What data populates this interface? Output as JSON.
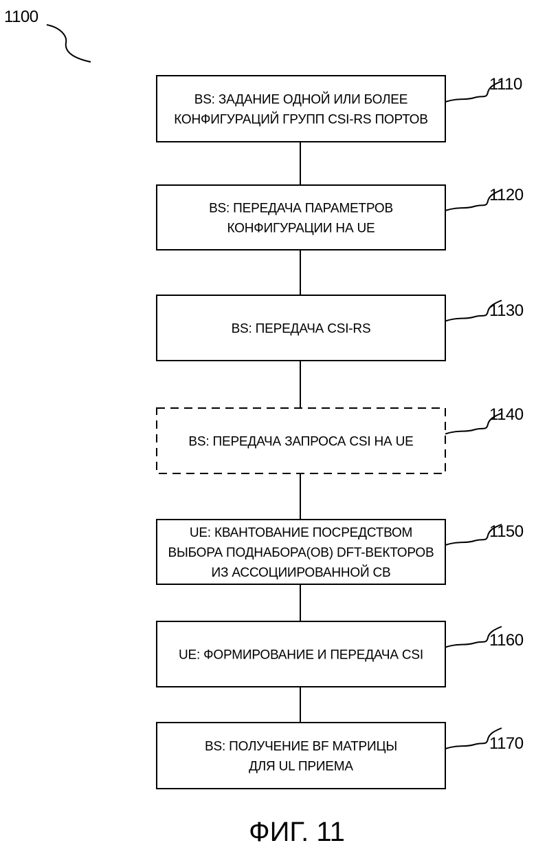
{
  "figure": {
    "id_label": "1100",
    "caption": "ФИГ. 11"
  },
  "steps": [
    {
      "ref": "1110",
      "lines": [
        "BS: ЗАДАНИЕ ОДНОЙ ИЛИ БОЛЕЕ",
        "КОНФИГУРАЦИЙ ГРУПП CSI-RS ПОРТОВ"
      ],
      "dashed": false
    },
    {
      "ref": "1120",
      "lines": [
        "BS: ПЕРЕДАЧА ПАРАМЕТРОВ",
        "КОНФИГУРАЦИИ НА UE"
      ],
      "dashed": false
    },
    {
      "ref": "1130",
      "lines": [
        "BS: ПЕРЕДАЧА CSI-RS"
      ],
      "dashed": false
    },
    {
      "ref": "1140",
      "lines": [
        "BS: ПЕРЕДАЧА ЗАПРОСА CSI НА UE"
      ],
      "dashed": true
    },
    {
      "ref": "1150",
      "lines": [
        "UE: КВАНТОВАНИЕ ПОСРЕДСТВОМ",
        "ВЫБОРА ПОДНАБОРА(ОВ) DFT-ВЕКТОРОВ",
        "ИЗ АССОЦИИРОВАННОЙ CB"
      ],
      "dashed": false
    },
    {
      "ref": "1160",
      "lines": [
        "UE: ФОРМИРОВАНИЕ И ПЕРЕДАЧА CSI"
      ],
      "dashed": false
    },
    {
      "ref": "1170",
      "lines": [
        "BS: ПОЛУЧЕНИЕ BF МАТРИЦЫ",
        "ДЛЯ UL ПРИЕМА"
      ],
      "dashed": false
    }
  ]
}
